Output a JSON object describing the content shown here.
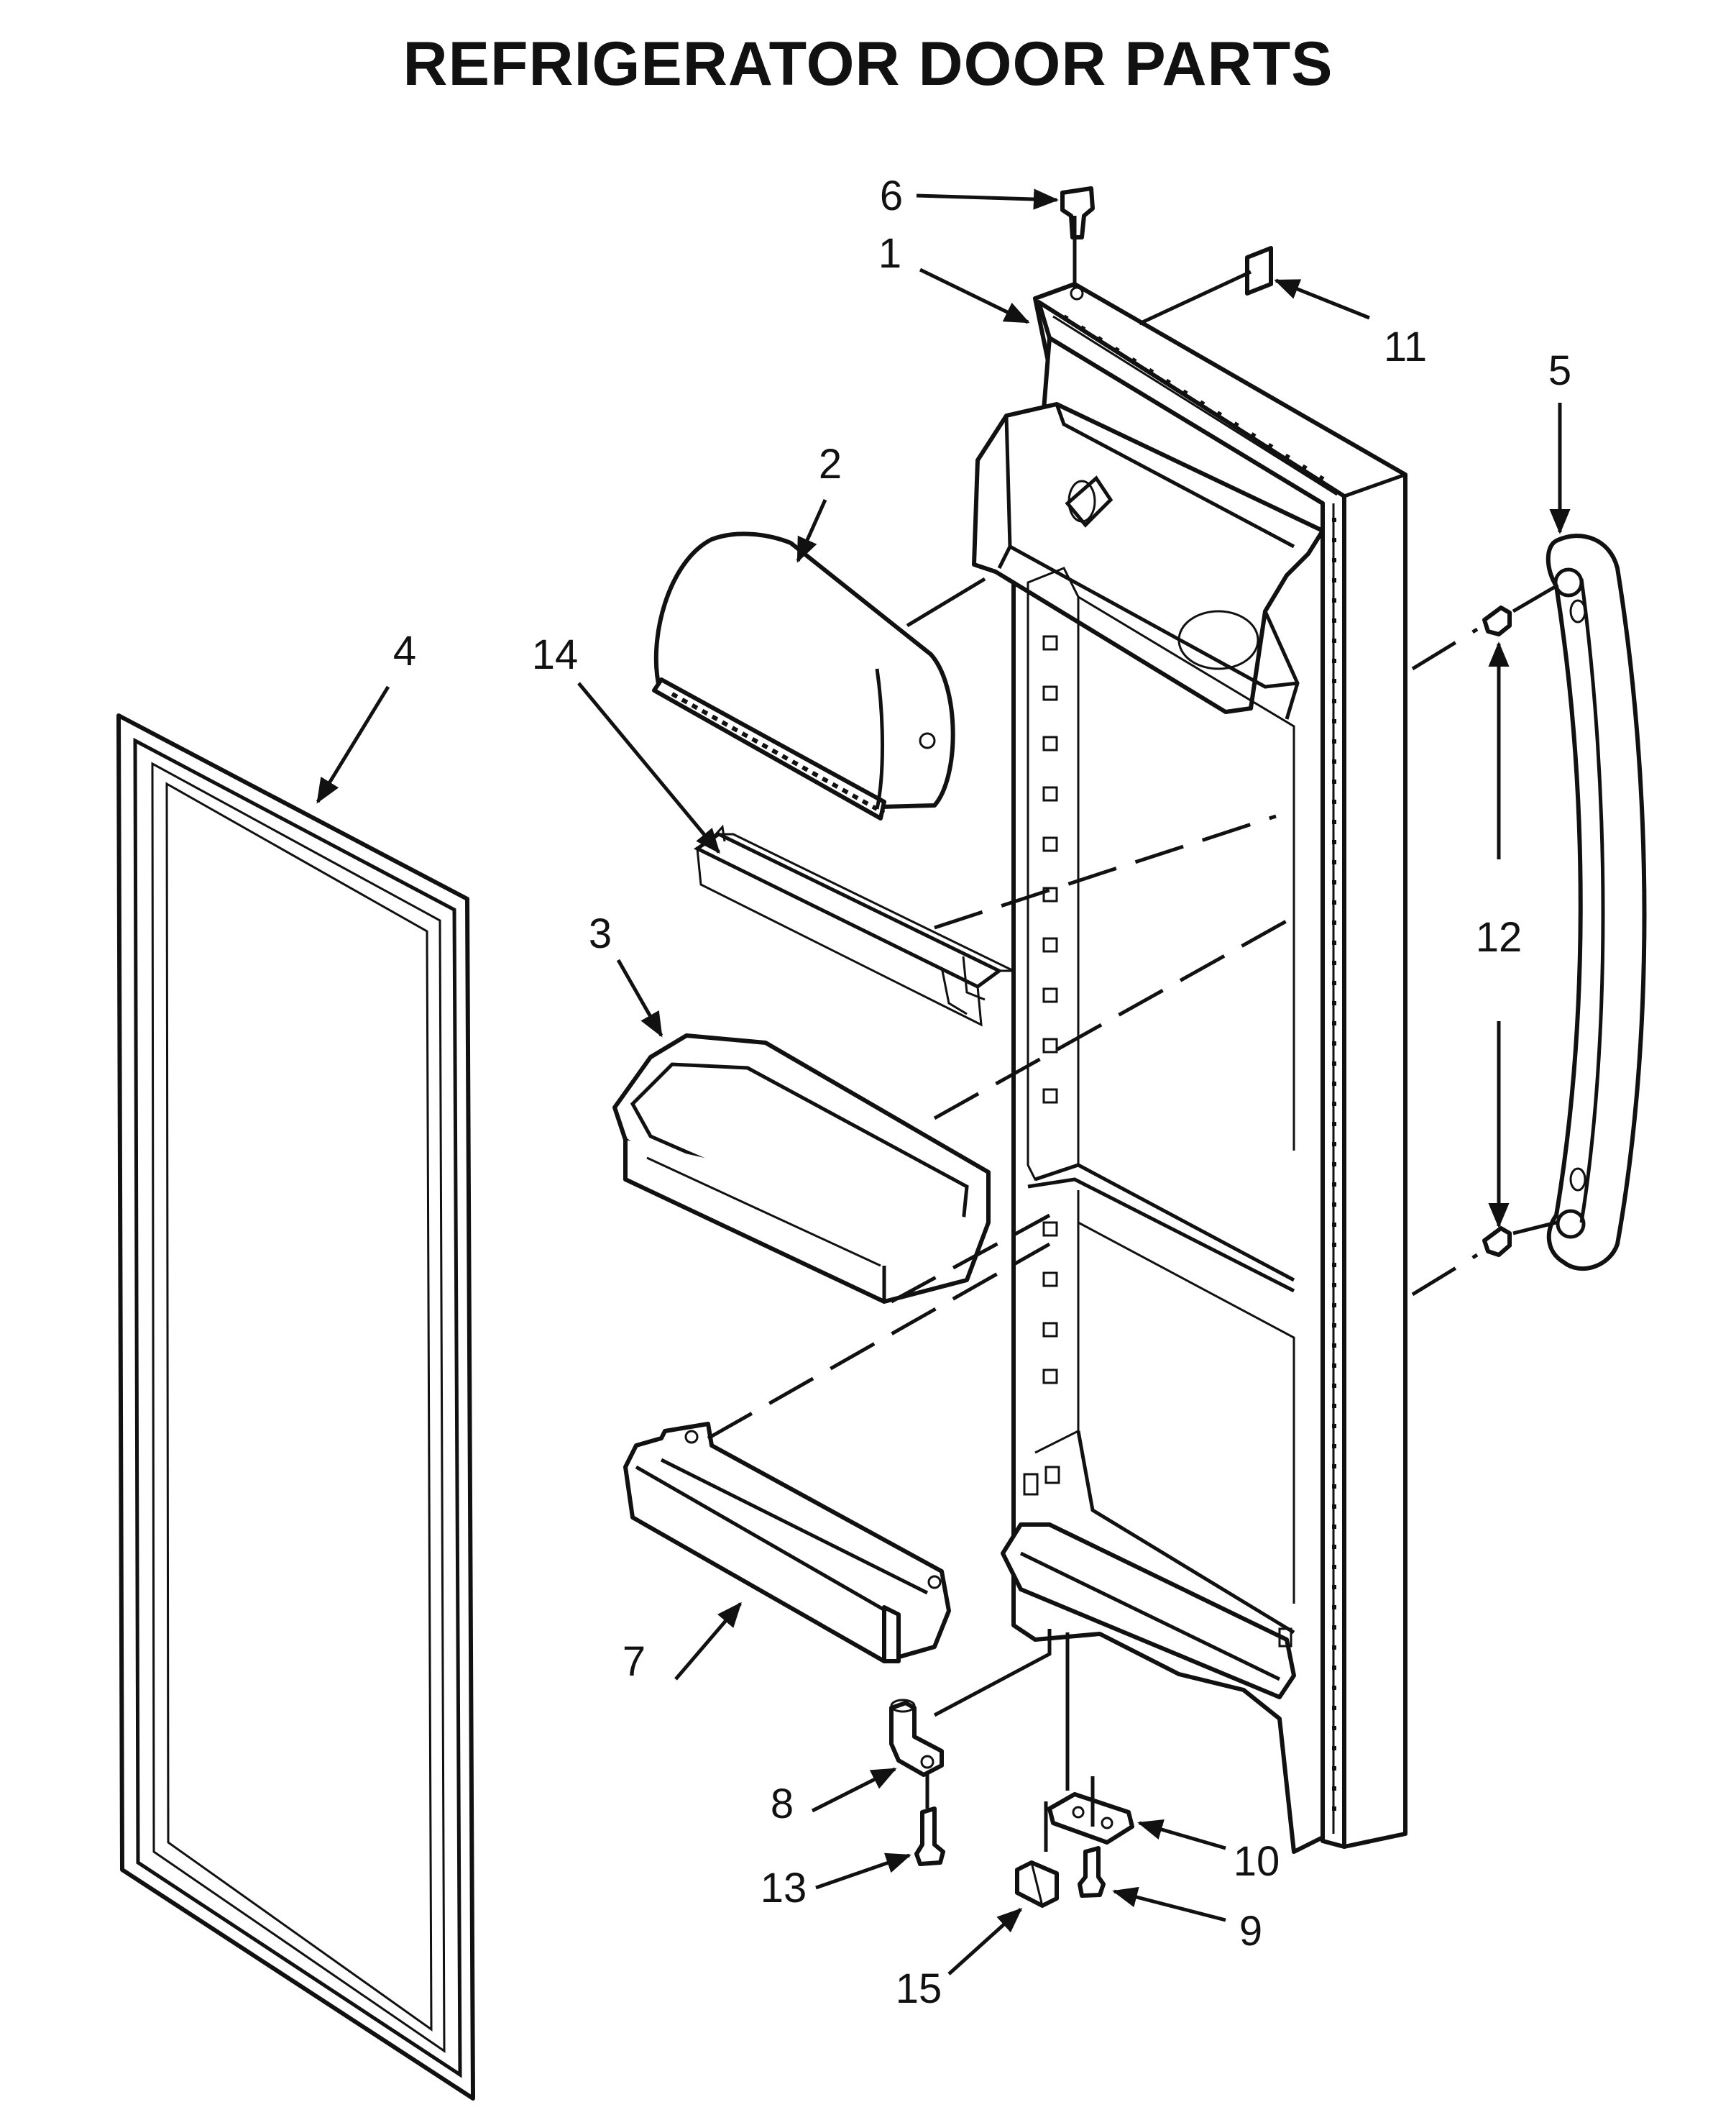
{
  "title": "REFRIGERATOR DOOR PARTS",
  "callouts": {
    "c1": "1",
    "c2": "2",
    "c3": "3",
    "c4": "4",
    "c5": "5",
    "c6": "6",
    "c7": "7",
    "c8": "8",
    "c9": "9",
    "c10": "10",
    "c11": "11",
    "c12": "12",
    "c13": "13",
    "c14": "14",
    "c15": "15"
  }
}
